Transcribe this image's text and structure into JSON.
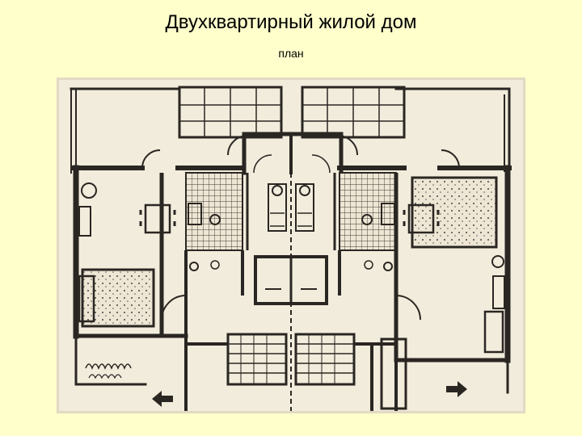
{
  "slide": {
    "title": "Двухквартирный жилой дом",
    "subtitle": "план"
  },
  "image": {
    "icon": "floor-plan-drawing",
    "background": "#f2ecdc",
    "ink": "#2a2622"
  }
}
